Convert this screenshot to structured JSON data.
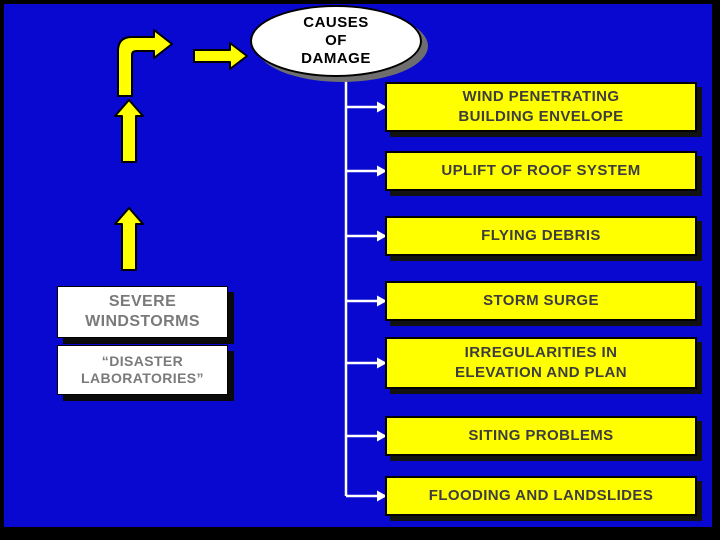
{
  "slide": {
    "colors": {
      "background": "#0808D0",
      "box_yellow": "#FFFF00",
      "arrow_yellow": "#FFFF00",
      "connector_white": "#FFFFFF",
      "cause_text": "#3D3D3D",
      "source_text": "#7A7A7A"
    },
    "ellipse": {
      "label": "CAUSES\nOF\nDAMAGE"
    },
    "sources": [
      {
        "label": "SEVERE\nWINDSTORMS"
      },
      {
        "label": "“DISASTER\nLABORATORIES”"
      }
    ],
    "causes": [
      {
        "label": "WIND PENETRATING\nBUILDING ENVELOPE"
      },
      {
        "label": "UPLIFT OF ROOF SYSTEM"
      },
      {
        "label": "FLYING DEBRIS"
      },
      {
        "label": "STORM SURGE"
      },
      {
        "label": "IRREGULARITIES IN\nELEVATION AND PLAN"
      },
      {
        "label": "SITING PROBLEMS"
      },
      {
        "label": "FLOODING AND LANDSLIDES"
      }
    ]
  }
}
